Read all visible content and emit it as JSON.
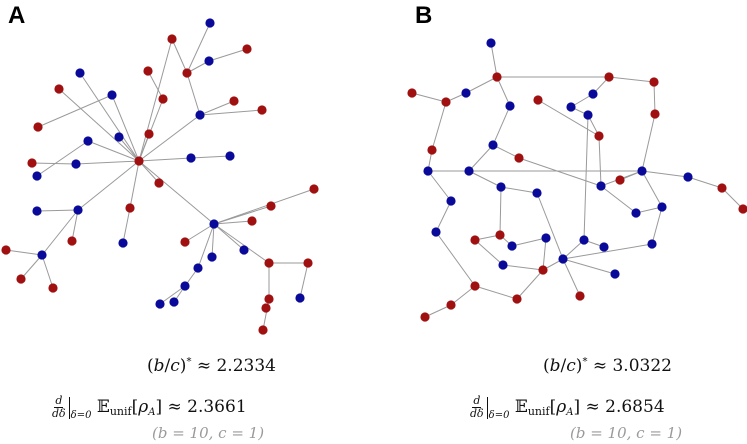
{
  "panels": {
    "a": {
      "label": "A",
      "bc_value": "≈ 2.2334",
      "deriv_value": "≈ 2.3661",
      "caption": "(b = 10, c = 1)"
    },
    "b": {
      "label": "B",
      "bc_value": "≈ 3.0322",
      "deriv_value": "≈ 2.6854",
      "caption": "(b = 10, c = 1)"
    }
  },
  "colors": {
    "red": "#a01010",
    "blue": "#0a0a9a",
    "edge": "#999999"
  }
}
